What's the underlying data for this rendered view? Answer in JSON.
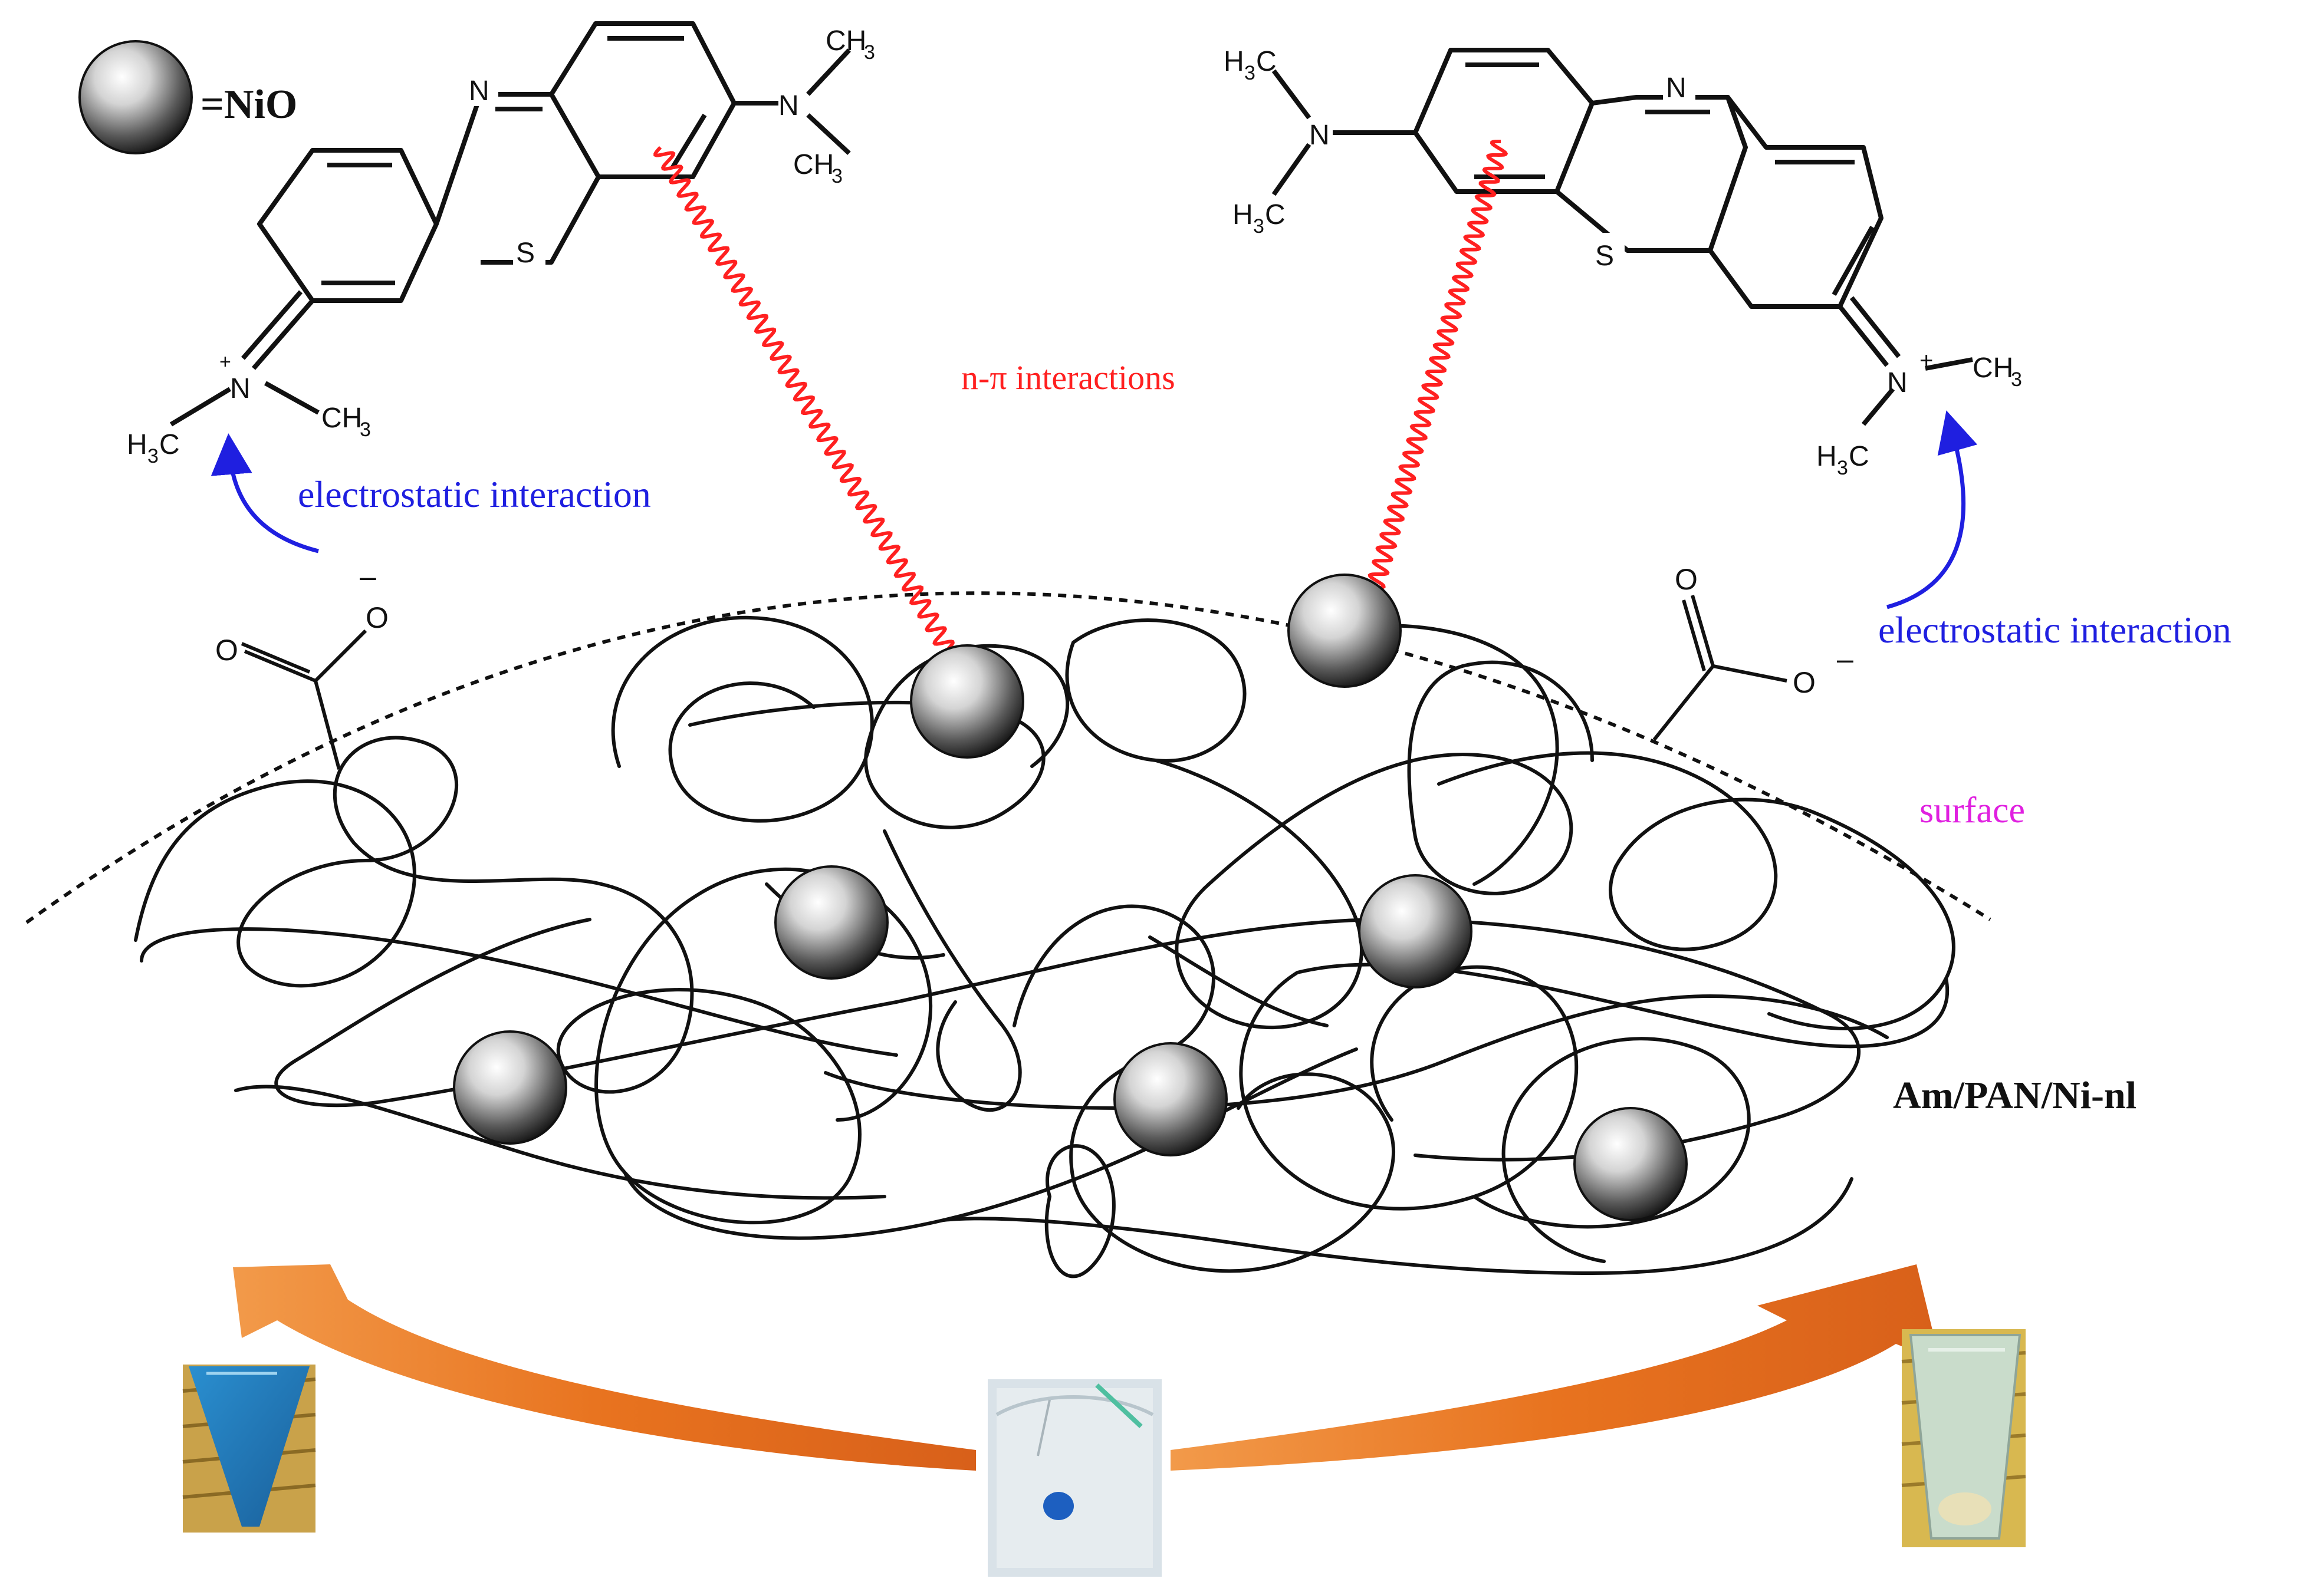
{
  "legend": {
    "symbol_label": "=NiO"
  },
  "labels": {
    "electrostatic_left": "electrostatic interaction",
    "electrostatic_right": "electrostatic interaction",
    "n_pi": "n-π interactions",
    "surface": "surface",
    "material": "Am/PAN/Ni-nl"
  },
  "molecule_left": {
    "N_ring": "N",
    "S_ring": "S",
    "NMe2_N": "N",
    "NMe2_CH3_top": "CH",
    "NMe2_CH3_top_sub": "3",
    "NMe2_CH3_bot": "CH",
    "NMe2_CH3_bot_sub": "3",
    "iminium_N": "N",
    "iminium_charge": "+",
    "iminium_CH3_left": "H",
    "iminium_CH3_left_C": "C",
    "iminium_CH3_left_sub": "3",
    "iminium_CH3_right": "CH",
    "iminium_CH3_right_sub": "3"
  },
  "molecule_right": {
    "N_ring": "N",
    "S_ring": "S",
    "NMe2_N": "N",
    "NMe2_CH3_top": "H",
    "NMe2_CH3_top_C": "C",
    "NMe2_CH3_top_sub": "3",
    "NMe2_CH3_bot": "H",
    "NMe2_CH3_bot_C": "C",
    "NMe2_CH3_bot_sub": "3",
    "iminium_N": "N",
    "iminium_charge": "+",
    "iminium_CH3_right": "CH",
    "iminium_CH3_right_sub": "3",
    "iminium_CH3_left": "H",
    "iminium_CH3_left_C": "C",
    "iminium_CH3_left_sub": "3"
  },
  "carboxylate_left": {
    "O_top": "O",
    "O_dbl": "O",
    "charge": "–"
  },
  "carboxylate_right": {
    "O_top": "O",
    "O_single": "O",
    "charge": "–"
  },
  "colors": {
    "electrostatic": "#1f1fe0",
    "n_pi": "#ff2020",
    "surface": "#e020e0",
    "arrow_orange": "#e8731f",
    "dye_blue": "#1d7fc0"
  }
}
